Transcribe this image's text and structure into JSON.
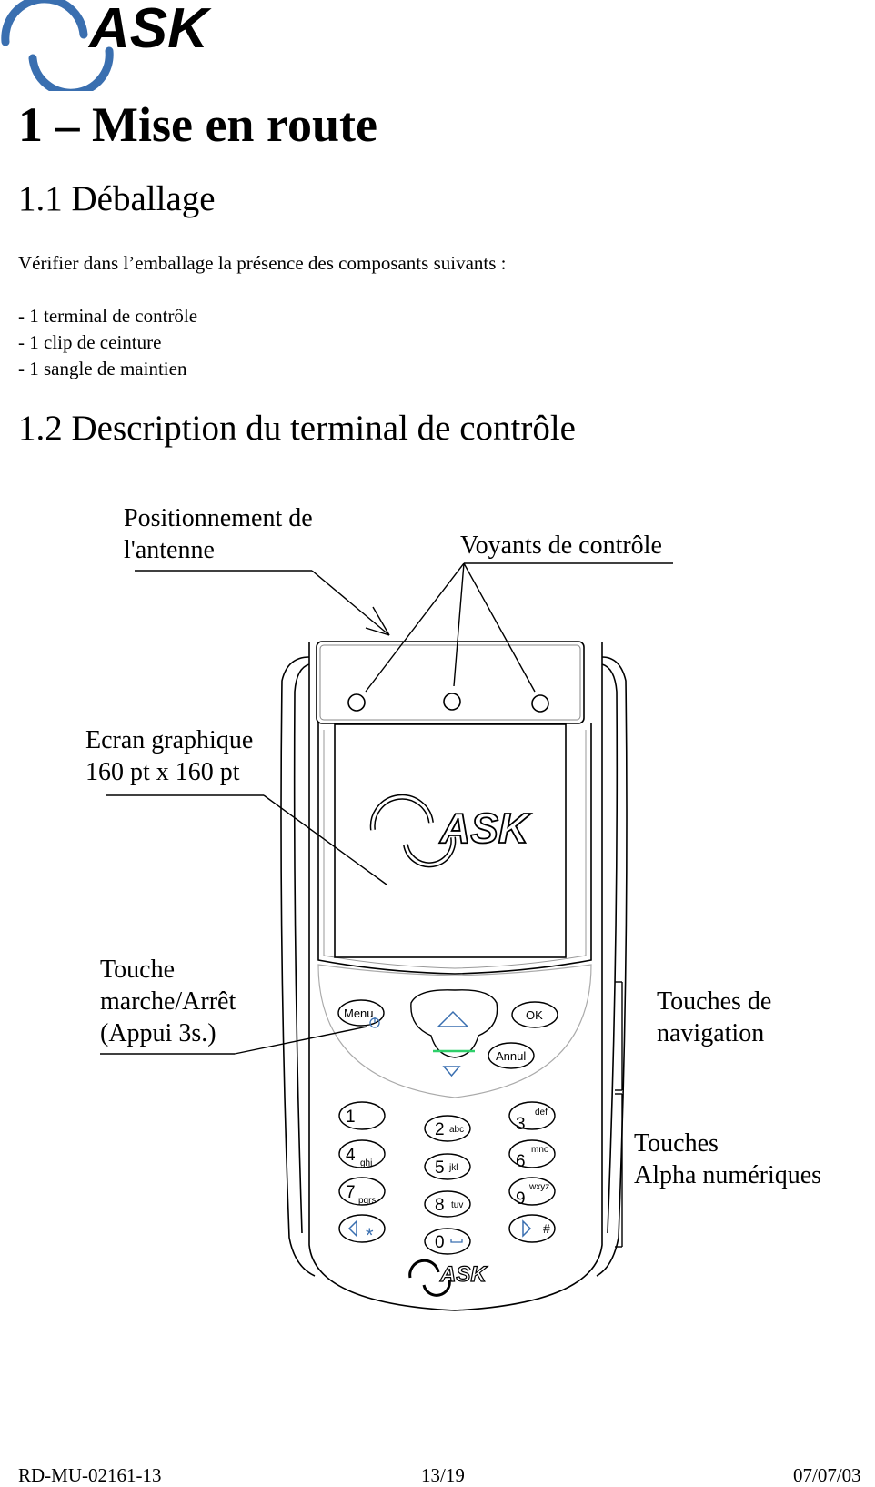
{
  "brand": {
    "name": "ASK",
    "accent_color": "#3a6fb0"
  },
  "heading": "1 – Mise en route",
  "section_1": {
    "title": "1.1 Déballage",
    "intro": "Vérifier dans l’emballage la présence des composants suivants :",
    "items": [
      "- 1 terminal de contrôle",
      "- 1 clip de ceinture",
      "- 1 sangle de maintien"
    ]
  },
  "section_2": {
    "title": "1.2  Description du terminal de contrôle"
  },
  "diagram": {
    "labels": {
      "antenna": [
        "Positionnement de",
        "l'antenne"
      ],
      "leds": "Voyants de contrôle",
      "screen": [
        "Ecran graphique",
        "160 pt x 160 pt"
      ],
      "power": [
        "Touche",
        "marche/Arrêt",
        "(Appui 3s.)"
      ],
      "navigation": [
        "Touches de",
        "navigation"
      ],
      "alphanumeric": [
        "Touches",
        "Alpha numériques"
      ]
    },
    "keys": {
      "menu": "Menu",
      "ok": "OK",
      "cancel": "Annul",
      "digits": [
        {
          "digit": "1",
          "letters": ""
        },
        {
          "digit": "2",
          "letters": "abc"
        },
        {
          "digit": "3",
          "letters": "def"
        },
        {
          "digit": "4",
          "letters": "ghi"
        },
        {
          "digit": "5",
          "letters": "jkl"
        },
        {
          "digit": "6",
          "letters": "mno"
        },
        {
          "digit": "7",
          "letters": "pqrs"
        },
        {
          "digit": "8",
          "letters": "tuv"
        },
        {
          "digit": "9",
          "letters": "wxyz"
        },
        {
          "digit": "0",
          "letters": ""
        }
      ],
      "star": "*",
      "hash": "#"
    }
  },
  "footer": {
    "reference": "RD-MU-02161-13",
    "page": "13/19",
    "date": "07/07/03"
  }
}
